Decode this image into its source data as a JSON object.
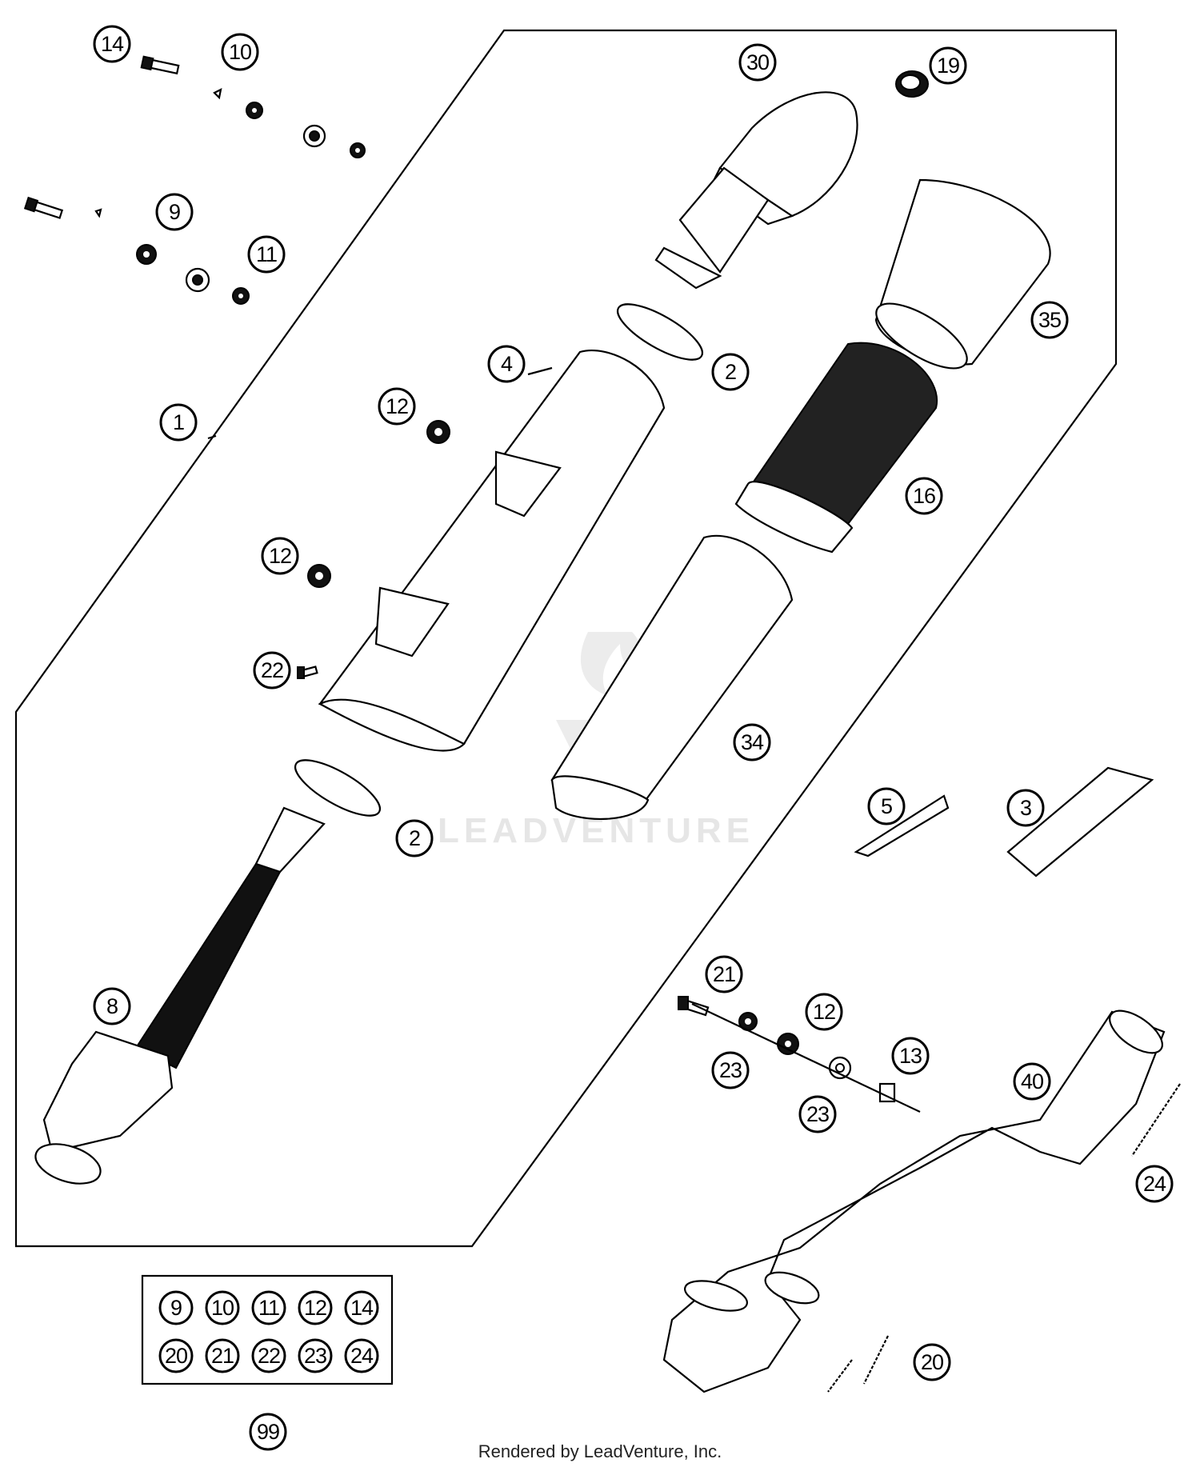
{
  "callouts": {
    "c1": "1",
    "c2a": "2",
    "c2b": "2",
    "c3": "3",
    "c4": "4",
    "c5": "5",
    "c8": "8",
    "c9": "9",
    "c10": "10",
    "c11": "11",
    "c12a": "12",
    "c12b": "12",
    "c12c": "12",
    "c13": "13",
    "c14": "14",
    "c16": "16",
    "c19": "19",
    "c20": "20",
    "c21": "21",
    "c22": "22",
    "c23a": "23",
    "c23b": "23",
    "c24": "24",
    "c30": "30",
    "c34": "34",
    "c35": "35",
    "c40": "40",
    "c99": "99"
  },
  "kit_box": {
    "row1": [
      "9",
      "10",
      "11",
      "12",
      "14"
    ],
    "row2": [
      "20",
      "21",
      "22",
      "23",
      "24"
    ]
  },
  "watermark": "LEADVENTURE",
  "footer": "Rendered by LeadVenture, Inc."
}
